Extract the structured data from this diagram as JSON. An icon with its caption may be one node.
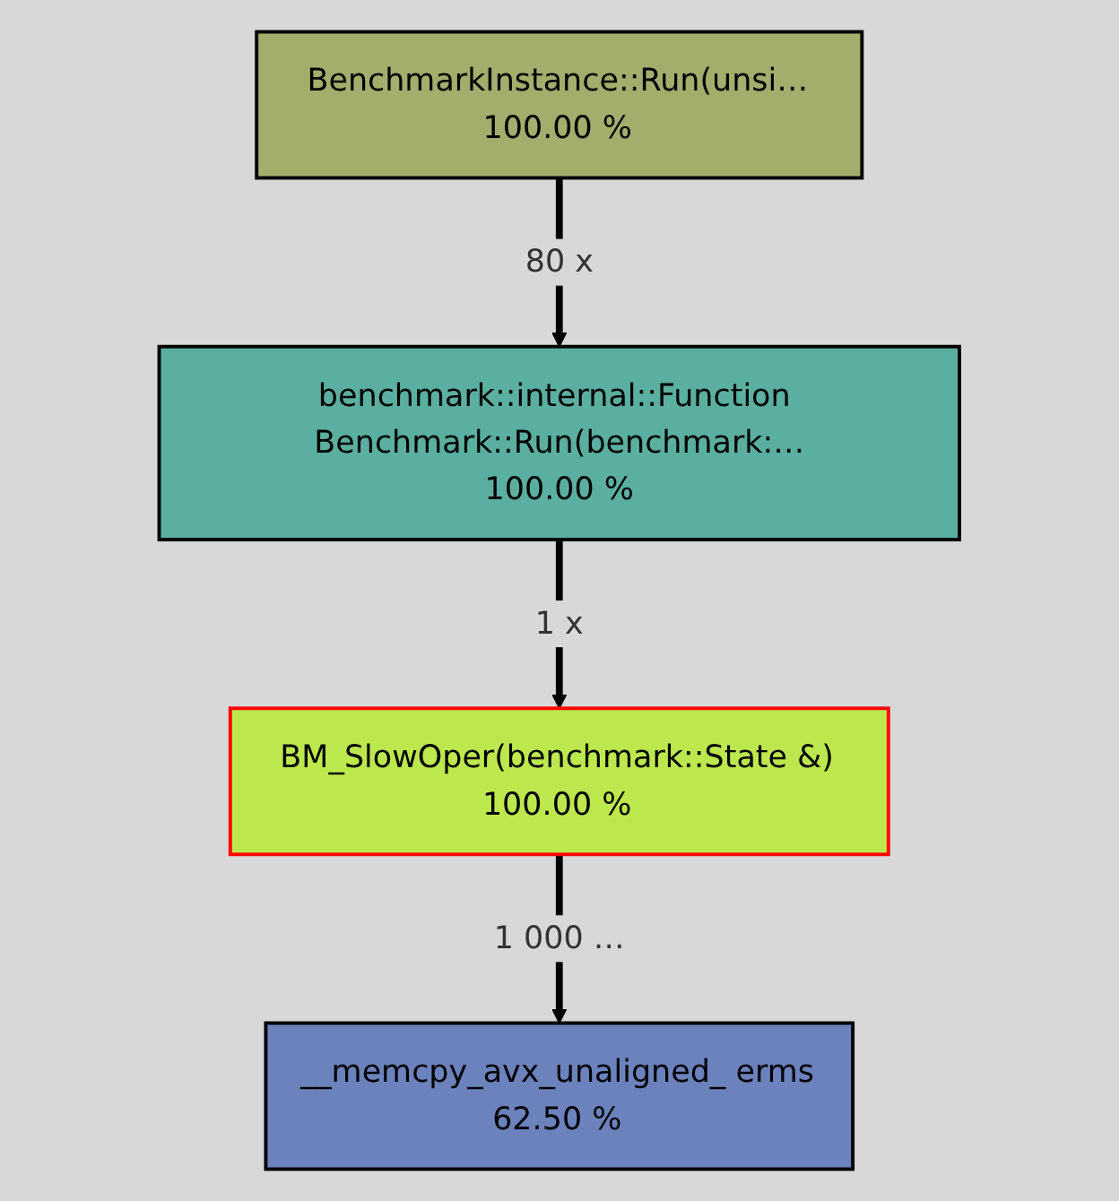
{
  "diagram": {
    "nodes": [
      {
        "text": [
          "BenchmarkInstance::Run(unsi…",
          "100.00 %"
        ]
      },
      {
        "text": [
          "benchmark::internal::Function Benchmark::Run(benchmark:…",
          "100.00 %"
        ]
      },
      {
        "text": [
          "BM_SlowOper(benchmark::State &)",
          "100.00 %"
        ]
      },
      {
        "text": [
          "__memcpy_avx_unaligned_ erms",
          "62.50 %"
        ]
      }
    ],
    "edges": [
      {
        "from": 0,
        "to": 1,
        "arrow": "to",
        "label": "80 x"
      },
      {
        "from": 1,
        "to": 2,
        "arrow": "to",
        "label": "1 x"
      },
      {
        "from": 2,
        "to": 3,
        "arrow": "to",
        "label": "1 000 …"
      }
    ]
  }
}
